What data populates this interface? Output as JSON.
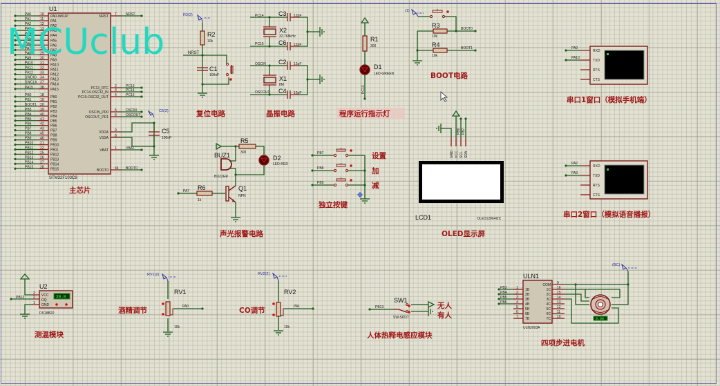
{
  "watermark": "MCUclub",
  "mcu": {
    "ref": "U1",
    "part": "STM32F103C8",
    "title": "主芯片",
    "left_pins": [
      {
        "net": "PA0",
        "num": "10",
        "name": "PA0-WKUP"
      },
      {
        "net": "PA1",
        "num": "11",
        "name": "PA1"
      },
      {
        "net": "PA2",
        "num": "12",
        "name": "PA2"
      },
      {
        "net": "PA3",
        "num": "13",
        "name": "PA3"
      },
      {
        "net": "PA4",
        "num": "14",
        "name": "PA4"
      },
      {
        "net": "PA5",
        "num": "15",
        "name": "PA5"
      },
      {
        "net": "PA6",
        "num": "16",
        "name": "PA6"
      },
      {
        "net": "PA7",
        "num": "17",
        "name": "PA7"
      },
      {
        "net": "PA8",
        "num": "29",
        "name": "PA8"
      },
      {
        "net": "PA9",
        "num": "30",
        "name": "PA9"
      },
      {
        "net": "PA10",
        "num": "31",
        "name": "PA10"
      },
      {
        "net": "PA11",
        "num": "32",
        "name": "PA11"
      },
      {
        "net": "PA12",
        "num": "33",
        "name": "PA12"
      },
      {
        "net": "SWDIO",
        "num": "34",
        "name": "PA13"
      },
      {
        "net": "SWCLK",
        "num": "37",
        "name": "PA14"
      },
      {
        "net": "PA15",
        "num": "38",
        "name": "PA15"
      },
      {
        "net": "PB0",
        "num": "18",
        "name": "PB0"
      },
      {
        "net": "PB1",
        "num": "19",
        "name": "PB1"
      },
      {
        "net": "BOOT1",
        "num": "20",
        "name": "PB2"
      },
      {
        "net": "PB3",
        "num": "39",
        "name": "PB3"
      },
      {
        "net": "PB4",
        "num": "40",
        "name": "PB4"
      },
      {
        "net": "PB5",
        "num": "41",
        "name": "PB5"
      },
      {
        "net": "PB6",
        "num": "42",
        "name": "PB6"
      },
      {
        "net": "PB7",
        "num": "43",
        "name": "PB7"
      },
      {
        "net": "PB8",
        "num": "45",
        "name": "PB8"
      },
      {
        "net": "PB9",
        "num": "46",
        "name": "PB9"
      },
      {
        "net": "PB10",
        "num": "21",
        "name": "PB10"
      },
      {
        "net": "PB11",
        "num": "22",
        "name": "PB11"
      },
      {
        "net": "PB12",
        "num": "25",
        "name": "PB12"
      },
      {
        "net": "PB13",
        "num": "26",
        "name": "PB13"
      },
      {
        "net": "PB14",
        "num": "27",
        "name": "PB14"
      },
      {
        "net": "PB15",
        "num": "28",
        "name": "PB15"
      }
    ],
    "right_pins": [
      {
        "net": "NRST",
        "num": "7",
        "name": "NRST"
      },
      {
        "net": "PC13",
        "num": "2",
        "name": "PC13_RTC"
      },
      {
        "net": "PC14",
        "num": "3",
        "name": "PC14-OSC32_IN"
      },
      {
        "net": "PC15",
        "num": "4",
        "name": "PC15-OSC32_OUT"
      },
      {
        "net": "OSCIN",
        "num": "5",
        "name": "OSCIN_PD0"
      },
      {
        "net": "OSCOUT",
        "num": "6",
        "name": "OSCOUT_PD1"
      },
      {
        "net": "",
        "num": "9",
        "name": "VDDA"
      },
      {
        "net": "",
        "num": "8",
        "name": "VSSA"
      },
      {
        "net": "VBAT",
        "num": "1",
        "name": "VBAT"
      },
      {
        "net": "BOOT0",
        "num": "44",
        "name": "BOOT0"
      }
    ],
    "c5": {
      "ref": "C5",
      "value": "100nF",
      "probe": "C5(2)"
    }
  },
  "reset": {
    "title": "复位电路",
    "probe": "R2(2)",
    "r2": {
      "ref": "R2",
      "value": "10k"
    },
    "c1": {
      "ref": "C1",
      "value": "100nF"
    },
    "net": "NRST"
  },
  "crystal": {
    "title": "晶振电路",
    "x2": {
      "ref": "X2",
      "value": "32.768kHz"
    },
    "x1": {
      "ref": "X1",
      "value": "8M"
    },
    "c3": {
      "ref": "C3",
      "value": "12pF"
    },
    "c6": {
      "ref": "C6",
      "value": "12pF"
    },
    "c2": {
      "ref": "C2",
      "value": "12pF"
    },
    "c4": {
      "ref": "C4",
      "value": "12pF"
    },
    "nets": [
      "PC14",
      "PC15",
      "OSCIN",
      "OSCOUT"
    ]
  },
  "run_led": {
    "title": "程序运行指示灯",
    "r1": {
      "ref": "R1",
      "value": "300"
    },
    "d1": {
      "ref": "D1",
      "value": "LED-GREEN"
    },
    "net": "PC13"
  },
  "boot": {
    "title": "BOOT电路",
    "probe": "(1)",
    "r3": {
      "ref": "R3",
      "value": "10k"
    },
    "r4": {
      "ref": "R4",
      "value": "10k"
    },
    "nets": [
      "BOOT0",
      "BOOT1"
    ]
  },
  "uart1": {
    "title": "串口1窗口（模拟手机端）",
    "pins": [
      "RXD",
      "TXD",
      "RTS",
      "CTS"
    ],
    "nets": [
      "PA9",
      "PA10"
    ]
  },
  "uart2": {
    "title": "串口2窗口（模拟语音播报）",
    "pins": [
      "RXD",
      "TXD",
      "RTS",
      "CTS"
    ],
    "nets": [
      "PA2",
      "PA3"
    ]
  },
  "alarm": {
    "title": "声光报警电路",
    "buz": {
      "ref": "BUZ1",
      "value": "BUZZER"
    },
    "r5": {
      "ref": "R5",
      "value": "300"
    },
    "d2": {
      "ref": "D2",
      "value": "LED-RED"
    },
    "r6": {
      "ref": "R6",
      "value": "1k"
    },
    "q1": {
      "ref": "Q1",
      "value": "NPN"
    },
    "net": "PA7"
  },
  "keys": {
    "title": "独立按键",
    "items": [
      {
        "net": "PB7",
        "label": "设置"
      },
      {
        "net": "PB8",
        "label": "加"
      },
      {
        "net": "PB9",
        "label": "减"
      }
    ]
  },
  "oled": {
    "title": "OLED显示屏",
    "ref": "LCD1",
    "part": "OLED12864I2C",
    "pins": [
      "GND",
      "VCC",
      "SCL",
      "SDA"
    ],
    "nets": [
      "PB6",
      "PB7"
    ]
  },
  "temp": {
    "title": "测温模块",
    "ref": "U2",
    "part": "DS18B20",
    "pins": [
      {
        "num": "3",
        "name": "VCC"
      },
      {
        "num": "2",
        "name": "DQ"
      },
      {
        "num": "1",
        "name": "GND"
      }
    ],
    "display": "30.0",
    "net": "PB12"
  },
  "alcohol": {
    "title": "酒精调节",
    "ref": "RV1",
    "value": "10k",
    "probe": "RV1(2)",
    "net": "PA0"
  },
  "co": {
    "title": "CO调节",
    "ref": "RV2",
    "value": "10k",
    "probe": "RV2(2)",
    "net": "PA1"
  },
  "pir": {
    "title": "人体热释电感应模块",
    "ref": "SW1",
    "part": "SW-SPDT",
    "net": "PB13",
    "opt_none": "无人",
    "opt_someone": "有人"
  },
  "stepper": {
    "title": "四项步进电机",
    "ref": "ULN1",
    "part": "ULN2003A",
    "probe": "(BC)",
    "inputs": [
      {
        "net": "PB3",
        "num": "1",
        "name": "1B"
      },
      {
        "net": "PB4",
        "num": "2",
        "name": "2B"
      },
      {
        "net": "PB5",
        "num": "3",
        "name": "3B"
      },
      {
        "net": "PB6",
        "num": "4",
        "name": "4B"
      },
      {
        "net": "",
        "num": "5",
        "name": "5B"
      },
      {
        "net": "",
        "num": "6",
        "name": "6B"
      },
      {
        "net": "",
        "num": "7",
        "name": "7B"
      }
    ],
    "outputs": [
      {
        "num": "9",
        "name": "COM"
      },
      {
        "num": "16",
        "name": "1C"
      },
      {
        "num": "15",
        "name": "2C"
      },
      {
        "num": "14",
        "name": "3C"
      },
      {
        "num": "13",
        "name": "4C"
      },
      {
        "num": "12",
        "name": "5C"
      },
      {
        "num": "11",
        "name": "6C"
      },
      {
        "num": "10",
        "name": "7C"
      }
    ],
    "motor_display": "0.00"
  }
}
